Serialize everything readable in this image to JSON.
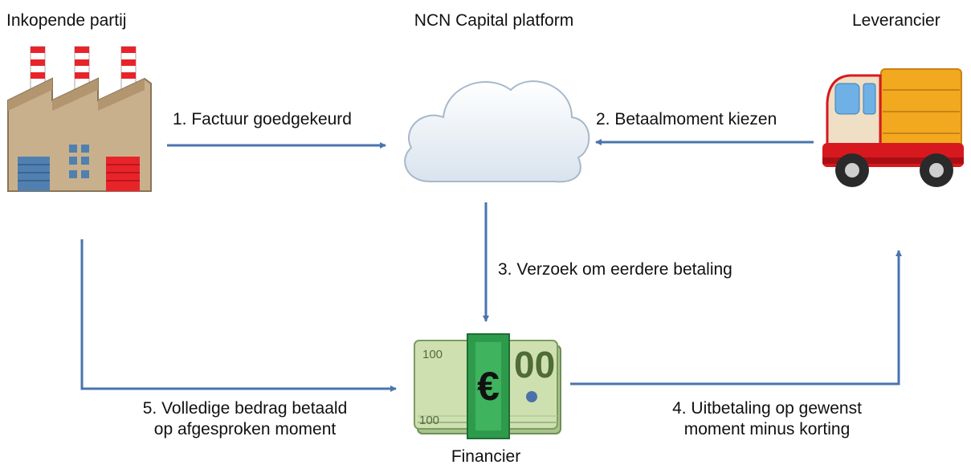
{
  "nodes": {
    "buyer": {
      "label": "Inkopende partij",
      "icon": "factory-icon"
    },
    "platform": {
      "label": "NCN Capital platform",
      "icon": "cloud-icon"
    },
    "supplier": {
      "label": "Leverancier",
      "icon": "truck-icon"
    },
    "financier": {
      "label": "Financier",
      "icon": "euro-money-bundle-icon"
    }
  },
  "edges": {
    "step1": "1. Factuur goedgekeurd",
    "step2": "2. Betaalmoment kiezen",
    "step3": "3. Verzoek om eerdere betaling",
    "step4_line1": "4. Uitbetaling op gewenst",
    "step4_line2": "moment minus korting",
    "step5_line1": "5. Volledige bedrag betaald",
    "step5_line2": "op afgesproken moment"
  },
  "colors": {
    "arrow": "#4a74ad",
    "factory_wall": "#c9b08d",
    "chimney_red": "#e8242a",
    "cloud": "#eef3f8",
    "truck_red": "#d7191f",
    "truck_box": "#f2a81f",
    "money_green": "#2e9a4c",
    "banknote": "#cfe0b0"
  }
}
